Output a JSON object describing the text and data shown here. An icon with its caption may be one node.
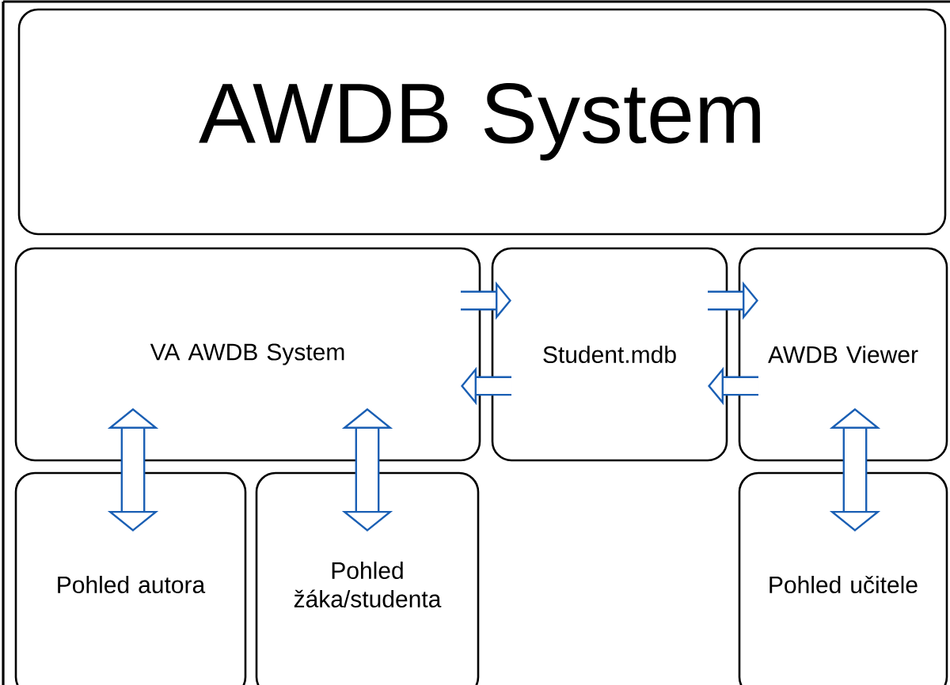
{
  "diagram": {
    "nodes": [
      {
        "text": [
          "AWDB System"
        ]
      },
      {
        "text": [
          "VA AWDB System"
        ]
      },
      {
        "text": [
          "Student.mdb"
        ]
      },
      {
        "text": [
          "AWDB Viewer"
        ]
      },
      {
        "text": [
          "Pohled autora"
        ]
      },
      {
        "text": [
          "Pohled žáka/studenta"
        ]
      },
      {
        "text": [
          "Pohled učitele"
        ]
      }
    ],
    "edges": [
      {
        "from": 1,
        "to": 2,
        "arrow": "to"
      },
      {
        "from": 2,
        "to": 1,
        "arrow": "to"
      },
      {
        "from": 2,
        "to": 3,
        "arrow": "to"
      },
      {
        "from": 3,
        "to": 2,
        "arrow": "to"
      },
      {
        "from": 1,
        "to": 4,
        "arrow": "both"
      },
      {
        "from": 1,
        "to": 5,
        "arrow": "both"
      },
      {
        "from": 3,
        "to": 6,
        "arrow": "both"
      }
    ]
  }
}
